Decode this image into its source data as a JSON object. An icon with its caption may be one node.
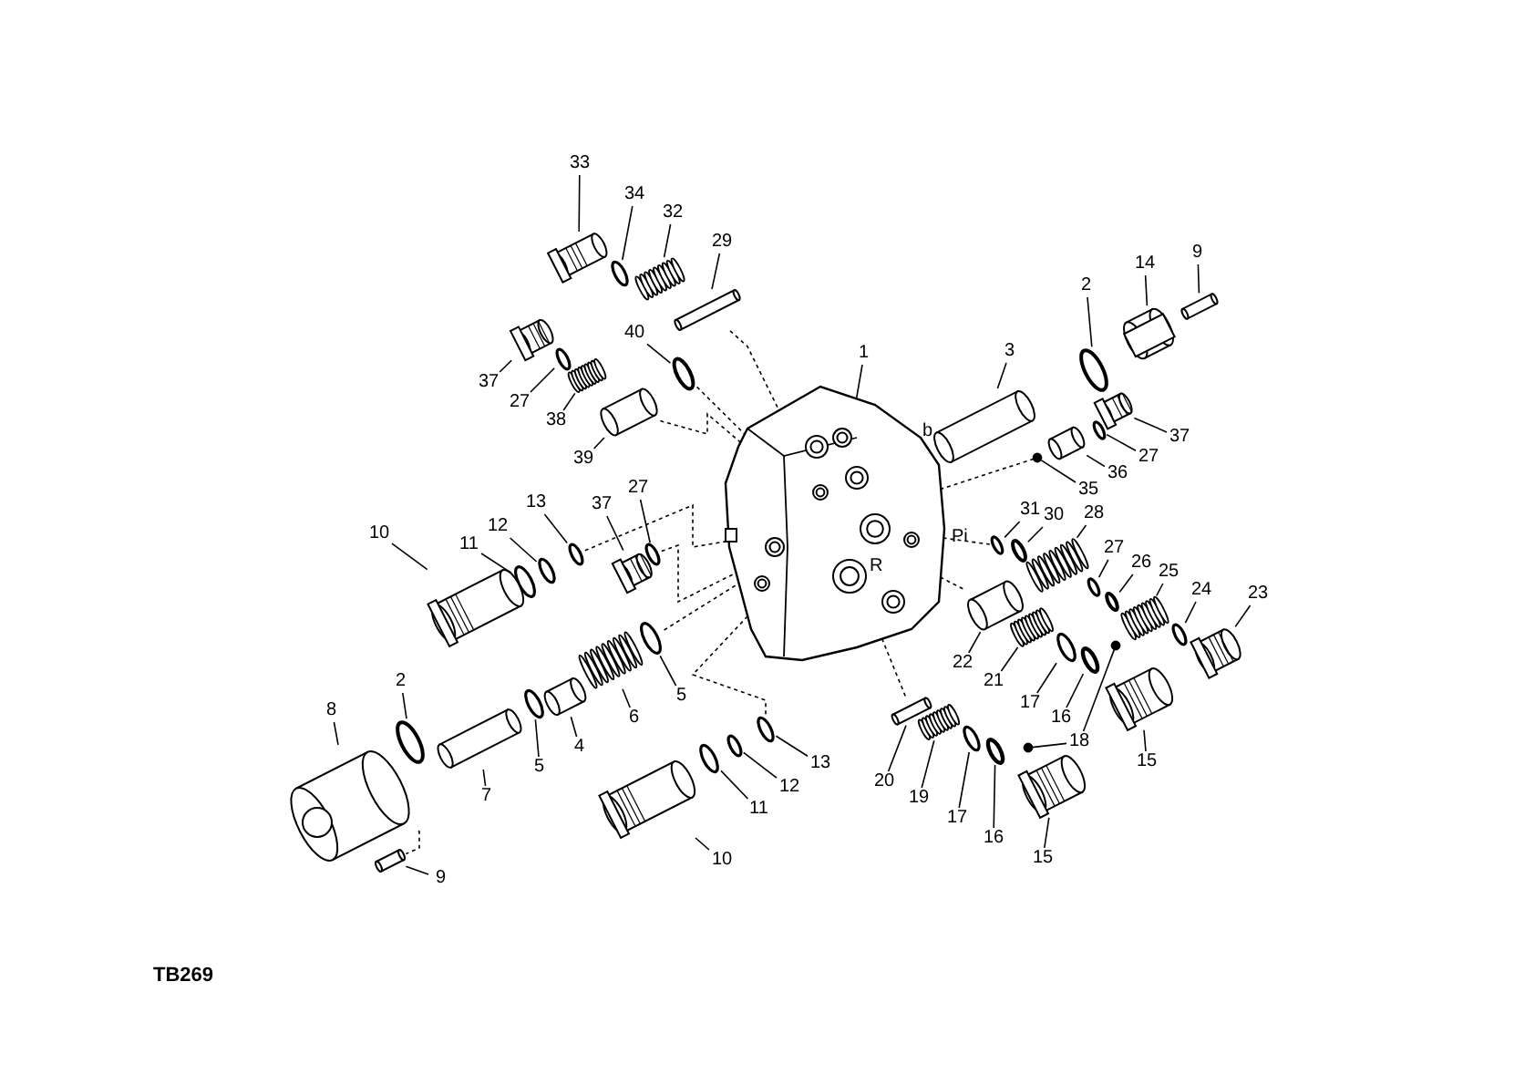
{
  "diagram": {
    "nodes": [
      {
        "text": [
          "33"
        ]
      },
      {
        "text": [
          "34"
        ]
      },
      {
        "text": [
          "32"
        ]
      },
      {
        "text": [
          "29"
        ]
      },
      {
        "text": [
          "40"
        ]
      },
      {
        "text": [
          "37"
        ]
      },
      {
        "text": [
          "27"
        ]
      },
      {
        "text": [
          "38"
        ]
      },
      {
        "text": [
          "39"
        ]
      },
      {
        "text": [
          "1"
        ]
      },
      {
        "text": [
          "14"
        ]
      },
      {
        "text": [
          "9"
        ]
      },
      {
        "text": [
          "2"
        ]
      },
      {
        "text": [
          "3"
        ]
      },
      {
        "text": [
          "37"
        ]
      },
      {
        "text": [
          "27"
        ]
      },
      {
        "text": [
          "36"
        ]
      },
      {
        "text": [
          "35"
        ]
      },
      {
        "text": [
          "13"
        ]
      },
      {
        "text": [
          "37"
        ]
      },
      {
        "text": [
          "27"
        ]
      },
      {
        "text": [
          "12"
        ]
      },
      {
        "text": [
          "11"
        ]
      },
      {
        "text": [
          "10"
        ]
      },
      {
        "text": [
          "31"
        ]
      },
      {
        "text": [
          "30"
        ]
      },
      {
        "text": [
          "28"
        ]
      },
      {
        "text": [
          "27"
        ]
      },
      {
        "text": [
          "26"
        ]
      },
      {
        "text": [
          "25"
        ]
      },
      {
        "text": [
          "24"
        ]
      },
      {
        "text": [
          "23"
        ]
      },
      {
        "text": [
          "22"
        ]
      },
      {
        "text": [
          "21"
        ]
      },
      {
        "text": [
          "17"
        ]
      },
      {
        "text": [
          "16"
        ]
      },
      {
        "text": [
          "18"
        ]
      },
      {
        "text": [
          "15"
        ]
      },
      {
        "text": [
          "5"
        ]
      },
      {
        "text": [
          "6"
        ]
      },
      {
        "text": [
          "4"
        ]
      },
      {
        "text": [
          "5"
        ]
      },
      {
        "text": [
          "7"
        ]
      },
      {
        "text": [
          "2"
        ]
      },
      {
        "text": [
          "8"
        ]
      },
      {
        "text": [
          "9"
        ]
      },
      {
        "text": [
          "13"
        ]
      },
      {
        "text": [
          "12"
        ]
      },
      {
        "text": [
          "11"
        ]
      },
      {
        "text": [
          "10"
        ]
      },
      {
        "text": [
          "20"
        ]
      },
      {
        "text": [
          "19"
        ]
      },
      {
        "text": [
          "17"
        ]
      },
      {
        "text": [
          "16"
        ]
      },
      {
        "text": [
          "15"
        ]
      },
      {
        "text": [],
        "shape": "picture"
      },
      {
        "text": [],
        "shape": "circle"
      },
      {
        "text": [],
        "shape": "picture"
      },
      {
        "text": [],
        "shape": "picture"
      },
      {
        "text": [],
        "shape": "circle"
      },
      {
        "text": [],
        "shape": "picture"
      },
      {
        "text": [],
        "shape": "circle"
      },
      {
        "text": [],
        "shape": "picture"
      },
      {
        "text": [],
        "shape": "picture"
      },
      {
        "text": [],
        "shape": "picture"
      },
      {
        "text": [],
        "shape": "picture"
      },
      {
        "text": [],
        "shape": "picture"
      },
      {
        "text": [],
        "shape": "circle"
      },
      {
        "text": [],
        "shape": "picture"
      },
      {
        "text": [],
        "shape": "picture"
      },
      {
        "text": [],
        "shape": "circle"
      },
      {
        "text": [],
        "shape": "picture"
      },
      {
        "text": [],
        "shape": "circle"
      },
      {
        "text": [],
        "shape": "circle"
      },
      {
        "text": [],
        "shape": "picture"
      },
      {
        "text": [],
        "shape": "circle"
      },
      {
        "text": [],
        "shape": "circle"
      },
      {
        "text": [],
        "shape": "circle"
      },
      {
        "text": [],
        "shape": "picture"
      },
      {
        "text": [],
        "shape": "circle"
      },
      {
        "text": [],
        "shape": "circle"
      },
      {
        "text": [],
        "shape": "picture"
      },
      {
        "text": [],
        "shape": "circle"
      },
      {
        "text": [],
        "shape": "circle"
      },
      {
        "text": [],
        "shape": "picture"
      },
      {
        "text": [],
        "shape": "circle"
      },
      {
        "text": [],
        "shape": "picture"
      },
      {
        "text": [],
        "shape": "picture"
      },
      {
        "text": [],
        "shape": "picture"
      },
      {
        "text": [],
        "shape": "circle"
      },
      {
        "text": [],
        "shape": "circle"
      },
      {
        "text": [],
        "shape": "circle"
      },
      {
        "text": [],
        "shape": "picture"
      },
      {
        "text": [],
        "shape": "circle"
      },
      {
        "text": [],
        "shape": "picture"
      },
      {
        "text": [],
        "shape": "picture"
      },
      {
        "text": [],
        "shape": "circle"
      },
      {
        "text": [],
        "shape": "picture"
      },
      {
        "text": [],
        "shape": "circle"
      },
      {
        "text": [],
        "shape": "picture"
      },
      {
        "text": [],
        "shape": "picture"
      },
      {
        "text": [],
        "shape": "circle"
      },
      {
        "text": [],
        "shape": "circle"
      },
      {
        "text": [],
        "shape": "circle"
      },
      {
        "text": [],
        "shape": "picture"
      },
      {
        "text": [],
        "shape": "picture"
      },
      {
        "text": [],
        "shape": "picture"
      },
      {
        "text": [],
        "shape": "circle"
      },
      {
        "text": [],
        "shape": "circle"
      },
      {
        "text": [],
        "shape": "picture"
      },
      {
        "text": [],
        "shape": "circle"
      }
    ],
    "edges": [
      {
        "from": 0,
        "to": 55,
        "arrow": "none"
      },
      {
        "from": 1,
        "to": 56,
        "arrow": "none"
      },
      {
        "from": 2,
        "to": 57,
        "arrow": "none"
      },
      {
        "from": 3,
        "to": 58,
        "arrow": "none"
      },
      {
        "from": 4,
        "to": 59,
        "arrow": "none"
      },
      {
        "from": 5,
        "to": 60,
        "arrow": "none"
      },
      {
        "from": 6,
        "to": 61,
        "arrow": "none"
      },
      {
        "from": 7,
        "to": 62,
        "arrow": "none"
      },
      {
        "from": 8,
        "to": 63,
        "arrow": "none"
      },
      {
        "from": 9,
        "to": 64,
        "arrow": "none"
      },
      {
        "from": 10,
        "to": 65,
        "arrow": "none"
      },
      {
        "from": 11,
        "to": 66,
        "arrow": "none"
      },
      {
        "from": 12,
        "to": 67,
        "arrow": "none"
      },
      {
        "from": 13,
        "to": 68,
        "arrow": "none"
      },
      {
        "from": 14,
        "to": 69,
        "arrow": "none"
      },
      {
        "from": 15,
        "to": 70,
        "arrow": "none"
      },
      {
        "from": 16,
        "to": 71,
        "arrow": "none"
      },
      {
        "from": 17,
        "to": 72,
        "arrow": "none"
      },
      {
        "from": 18,
        "to": 73,
        "arrow": "none"
      },
      {
        "from": 19,
        "to": 74,
        "arrow": "none"
      },
      {
        "from": 20,
        "to": 75,
        "arrow": "none"
      },
      {
        "from": 21,
        "to": 76,
        "arrow": "none"
      },
      {
        "from": 22,
        "to": 77,
        "arrow": "none"
      },
      {
        "from": 23,
        "to": 78,
        "arrow": "none"
      },
      {
        "from": 24,
        "to": 79,
        "arrow": "none"
      },
      {
        "from": 25,
        "to": 80,
        "arrow": "none"
      },
      {
        "from": 26,
        "to": 81,
        "arrow": "none"
      },
      {
        "from": 27,
        "to": 82,
        "arrow": "none"
      },
      {
        "from": 28,
        "to": 83,
        "arrow": "none"
      },
      {
        "from": 29,
        "to": 84,
        "arrow": "none"
      },
      {
        "from": 30,
        "to": 85,
        "arrow": "none"
      },
      {
        "from": 31,
        "to": 86,
        "arrow": "none"
      },
      {
        "from": 32,
        "to": 87,
        "arrow": "none"
      },
      {
        "from": 33,
        "to": 88,
        "arrow": "none"
      },
      {
        "from": 34,
        "to": 89,
        "arrow": "none"
      },
      {
        "from": 35,
        "to": 90,
        "arrow": "none"
      },
      {
        "from": 36,
        "to": 91,
        "arrow": "none"
      },
      {
        "from": 37,
        "to": 92,
        "arrow": "none"
      },
      {
        "from": 38,
        "to": 93,
        "arrow": "none"
      },
      {
        "from": 39,
        "to": 94,
        "arrow": "none"
      },
      {
        "from": 40,
        "to": 95,
        "arrow": "none"
      },
      {
        "from": 41,
        "to": 96,
        "arrow": "none"
      },
      {
        "from": 42,
        "to": 97,
        "arrow": "none"
      },
      {
        "from": 43,
        "to": 98,
        "arrow": "none"
      },
      {
        "from": 44,
        "to": 99,
        "arrow": "none"
      },
      {
        "from": 45,
        "to": 100,
        "arrow": "none"
      },
      {
        "from": 46,
        "to": 101,
        "arrow": "none"
      },
      {
        "from": 47,
        "to": 102,
        "arrow": "none"
      },
      {
        "from": 48,
        "to": 103,
        "arrow": "none"
      },
      {
        "from": 49,
        "to": 104,
        "arrow": "none"
      },
      {
        "from": 50,
        "to": 105,
        "arrow": "none"
      },
      {
        "from": 51,
        "to": 106,
        "arrow": "none"
      },
      {
        "from": 52,
        "to": 107,
        "arrow": "none"
      },
      {
        "from": 53,
        "to": 108,
        "arrow": "none"
      },
      {
        "from": 54,
        "to": 109,
        "arrow": "none"
      },
      {
        "from": 36,
        "to": 110,
        "arrow": "none"
      },
      {
        "from": 58,
        "to": 64,
        "arrow": "none",
        "style": "dashed"
      },
      {
        "from": 59,
        "to": 64,
        "arrow": "none",
        "style": "dashed"
      },
      {
        "from": 63,
        "to": 64,
        "arrow": "none",
        "style": "dashed"
      },
      {
        "from": 73,
        "to": 64,
        "arrow": "none",
        "style": "dashed"
      },
      {
        "from": 75,
        "to": 64,
        "arrow": "none",
        "style": "dashed"
      },
      {
        "from": 93,
        "to": 64,
        "arrow": "none",
        "style": "dashed"
      },
      {
        "from": 64,
        "to": 101,
        "arrow": "none",
        "style": "dashed"
      },
      {
        "from": 64,
        "to": 105,
        "arrow": "none",
        "style": "dashed"
      },
      {
        "from": 64,
        "to": 79,
        "arrow": "none",
        "style": "dashed"
      },
      {
        "from": 64,
        "to": 87,
        "arrow": "none",
        "style": "dashed"
      },
      {
        "from": 64,
        "to": 72,
        "arrow": "none",
        "style": "dashed"
      },
      {
        "from": 99,
        "to": 100,
        "arrow": "none",
        "style": "dashed"
      }
    ],
    "labels": [
      "b",
      "Pi",
      "R",
      "TB269"
    ]
  }
}
